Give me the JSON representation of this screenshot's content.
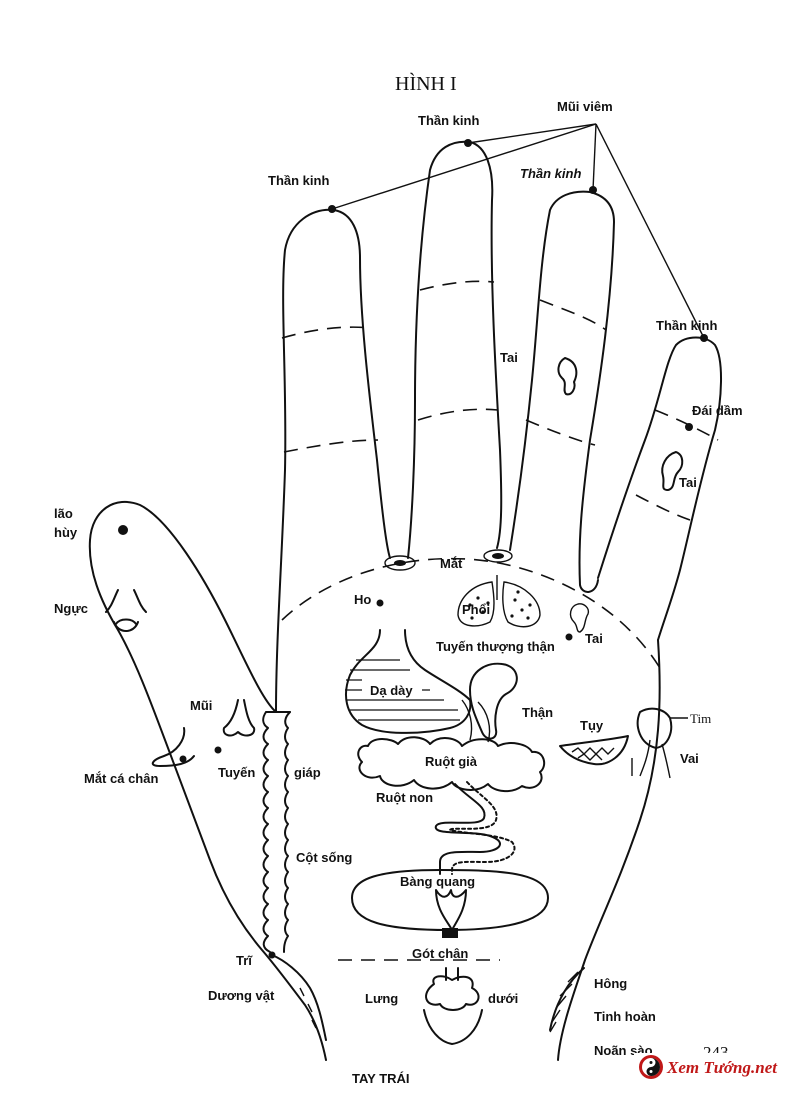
{
  "figure": {
    "title": "HÌNH I",
    "caption": "TAY TRÁI",
    "page_number": "243"
  },
  "labels": {
    "mui_viem": "Mũi viêm",
    "than_kinh_middle": "Thần kinh",
    "than_kinh_index": "Thần kinh",
    "than_kinh_ring": "Thần kinh",
    "than_kinh_pinky": "Thần kinh",
    "dai_dam": "Đái dầm",
    "tai_ring": "Tai",
    "tai_pinky": "Tai",
    "tai_palm": "Tai",
    "lao_part": "lão",
    "thuy_part": "hùy",
    "nguc": "Ngực",
    "mat": "Mắt",
    "ho": "Ho",
    "phoi": "Phổi",
    "tuyen_thuong_than": "Tuyến thượng thận",
    "da_day": "Dạ dày",
    "than": "Thận",
    "tuy": "Tụy",
    "tim": "Tim",
    "vai": "Vai",
    "mui": "Mũi",
    "mat_ca_chan": "Mắt cá chân",
    "tuyen": "Tuyến",
    "giap": "giáp",
    "ruot_gia": "Ruột già",
    "ruot_non": "Ruột non",
    "cot_song": "Cột sống",
    "bang_quang": "Bàng quang",
    "tri": "Trĩ",
    "got_chan": "Gót chân",
    "duong_vat": "Dương vật",
    "lung": "Lưng",
    "duoi": "dưới",
    "hong": "Hông",
    "tinh_hoan": "Tinh hoàn",
    "noan_sao": "Noãn sào"
  },
  "watermark": {
    "text": "Xem Tướng.net",
    "icon": "yin-yang-icon",
    "color": "#c01818"
  }
}
